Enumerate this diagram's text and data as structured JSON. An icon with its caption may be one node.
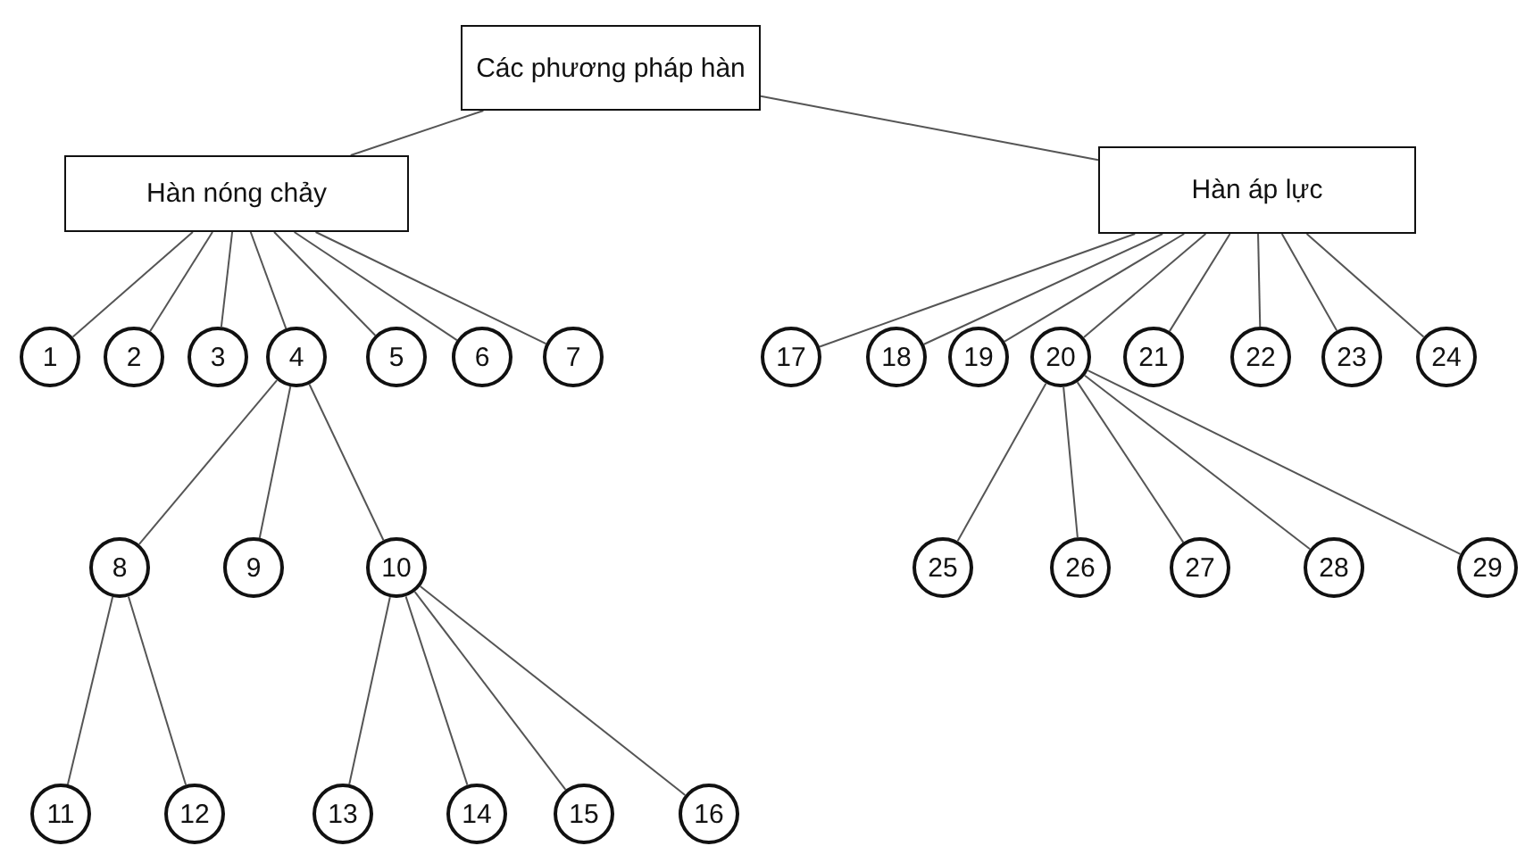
{
  "diagram": {
    "nodes": [
      {
        "text": [
          "Các phương pháp hàn"
        ]
      },
      {
        "text": [
          "Hàn nóng chảy"
        ]
      },
      {
        "text": [
          "Hàn áp lực"
        ]
      },
      {
        "text": [
          "1"
        ]
      },
      {
        "text": [
          "2"
        ]
      },
      {
        "text": [
          "3"
        ]
      },
      {
        "text": [
          "4"
        ]
      },
      {
        "text": [
          "5"
        ]
      },
      {
        "text": [
          "6"
        ]
      },
      {
        "text": [
          "7"
        ]
      },
      {
        "text": [
          "8"
        ]
      },
      {
        "text": [
          "9"
        ]
      },
      {
        "text": [
          "10"
        ]
      },
      {
        "text": [
          "11"
        ]
      },
      {
        "text": [
          "12"
        ]
      },
      {
        "text": [
          "13"
        ]
      },
      {
        "text": [
          "14"
        ]
      },
      {
        "text": [
          "15"
        ]
      },
      {
        "text": [
          "16"
        ]
      },
      {
        "text": [
          "17"
        ]
      },
      {
        "text": [
          "18"
        ]
      },
      {
        "text": [
          "19"
        ]
      },
      {
        "text": [
          "20"
        ]
      },
      {
        "text": [
          "21"
        ]
      },
      {
        "text": [
          "22"
        ]
      },
      {
        "text": [
          "23"
        ]
      },
      {
        "text": [
          "24"
        ]
      },
      {
        "text": [
          "25"
        ]
      },
      {
        "text": [
          "26"
        ]
      },
      {
        "text": [
          "27"
        ]
      },
      {
        "text": [
          "28"
        ]
      },
      {
        "text": [
          "29"
        ]
      }
    ],
    "edges": [
      {
        "from": 0,
        "to": 1,
        "arrow": "none"
      },
      {
        "from": 0,
        "to": 2,
        "arrow": "none"
      },
      {
        "from": 1,
        "to": 3,
        "arrow": "none"
      },
      {
        "from": 1,
        "to": 4,
        "arrow": "none"
      },
      {
        "from": 1,
        "to": 5,
        "arrow": "none"
      },
      {
        "from": 1,
        "to": 6,
        "arrow": "none"
      },
      {
        "from": 1,
        "to": 7,
        "arrow": "none"
      },
      {
        "from": 1,
        "to": 8,
        "arrow": "none"
      },
      {
        "from": 1,
        "to": 9,
        "arrow": "none"
      },
      {
        "from": 6,
        "to": 10,
        "arrow": "none"
      },
      {
        "from": 6,
        "to": 11,
        "arrow": "none"
      },
      {
        "from": 6,
        "to": 12,
        "arrow": "none"
      },
      {
        "from": 10,
        "to": 13,
        "arrow": "none"
      },
      {
        "from": 10,
        "to": 14,
        "arrow": "none"
      },
      {
        "from": 12,
        "to": 15,
        "arrow": "none"
      },
      {
        "from": 12,
        "to": 16,
        "arrow": "none"
      },
      {
        "from": 12,
        "to": 17,
        "arrow": "none"
      },
      {
        "from": 12,
        "to": 18,
        "arrow": "none"
      },
      {
        "from": 2,
        "to": 19,
        "arrow": "none"
      },
      {
        "from": 2,
        "to": 20,
        "arrow": "none"
      },
      {
        "from": 2,
        "to": 21,
        "arrow": "none"
      },
      {
        "from": 2,
        "to": 22,
        "arrow": "none"
      },
      {
        "from": 2,
        "to": 23,
        "arrow": "none"
      },
      {
        "from": 2,
        "to": 24,
        "arrow": "none"
      },
      {
        "from": 2,
        "to": 25,
        "arrow": "none"
      },
      {
        "from": 2,
        "to": 26,
        "arrow": "none"
      },
      {
        "from": 22,
        "to": 27,
        "arrow": "none"
      },
      {
        "from": 22,
        "to": 28,
        "arrow": "none"
      },
      {
        "from": 22,
        "to": 29,
        "arrow": "none"
      },
      {
        "from": 22,
        "to": 30,
        "arrow": "none"
      },
      {
        "from": 22,
        "to": 31,
        "arrow": "none"
      }
    ]
  }
}
